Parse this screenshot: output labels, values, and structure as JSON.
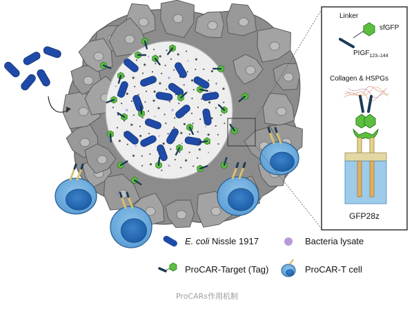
{
  "inset": {
    "linker_label": "Linker",
    "sfgfp_label": "sfGFP",
    "plgf_label": "PIGF",
    "plgf_subscript": "123–144",
    "collagen_label": "Collagen & HSPGs",
    "receptor_label": "GFP28z"
  },
  "legend": {
    "ecoli_italic": "E. coli",
    "ecoli_rest": " Nissle 1917",
    "lysate": "Bacteria lysate",
    "target": "ProCAR-Target (Tag)",
    "tcell": "ProCAR-T cell"
  },
  "caption": "ProCARs作用机制",
  "colors": {
    "bacteria": "#1f4aa8",
    "tumor_gray": "#8c8c8c",
    "necrotic_core": "#eeeeee",
    "gfp_green": "#5cbf3f",
    "tcell_blue": "#3f86c8",
    "lysate_purple": "#b89ad6",
    "car_yellow": "#d8c070"
  }
}
